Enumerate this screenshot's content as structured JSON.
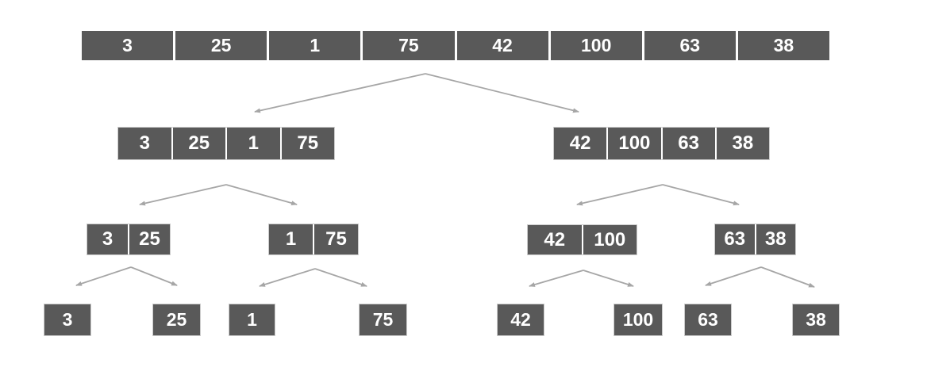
{
  "diagram": {
    "levels": [
      {
        "groups": [
          {
            "cells": [
              "3",
              "25",
              "1",
              "75",
              "42",
              "100",
              "63",
              "38"
            ]
          }
        ]
      },
      {
        "groups": [
          {
            "cells": [
              "3",
              "25",
              "1",
              "75"
            ]
          },
          {
            "cells": [
              "42",
              "100",
              "63",
              "38"
            ]
          }
        ]
      },
      {
        "groups": [
          {
            "cells": [
              "3",
              "25"
            ]
          },
          {
            "cells": [
              "1",
              "75"
            ]
          },
          {
            "cells": [
              "42",
              "100"
            ]
          },
          {
            "cells": [
              "63",
              "38"
            ]
          }
        ]
      },
      {
        "groups": [
          {
            "cells": [
              "3"
            ]
          },
          {
            "cells": [
              "25"
            ]
          },
          {
            "cells": [
              "1"
            ]
          },
          {
            "cells": [
              "75"
            ]
          },
          {
            "cells": [
              "42"
            ]
          },
          {
            "cells": [
              "100"
            ]
          },
          {
            "cells": [
              "63"
            ]
          },
          {
            "cells": [
              "38"
            ]
          }
        ]
      }
    ]
  },
  "colors": {
    "background": "#ffffff",
    "cell_fill": "#595959",
    "cell_text": "#ffffff",
    "cell_border": "#cccccc",
    "separator": "#ffffff",
    "arrow": "#a6a6a6"
  }
}
